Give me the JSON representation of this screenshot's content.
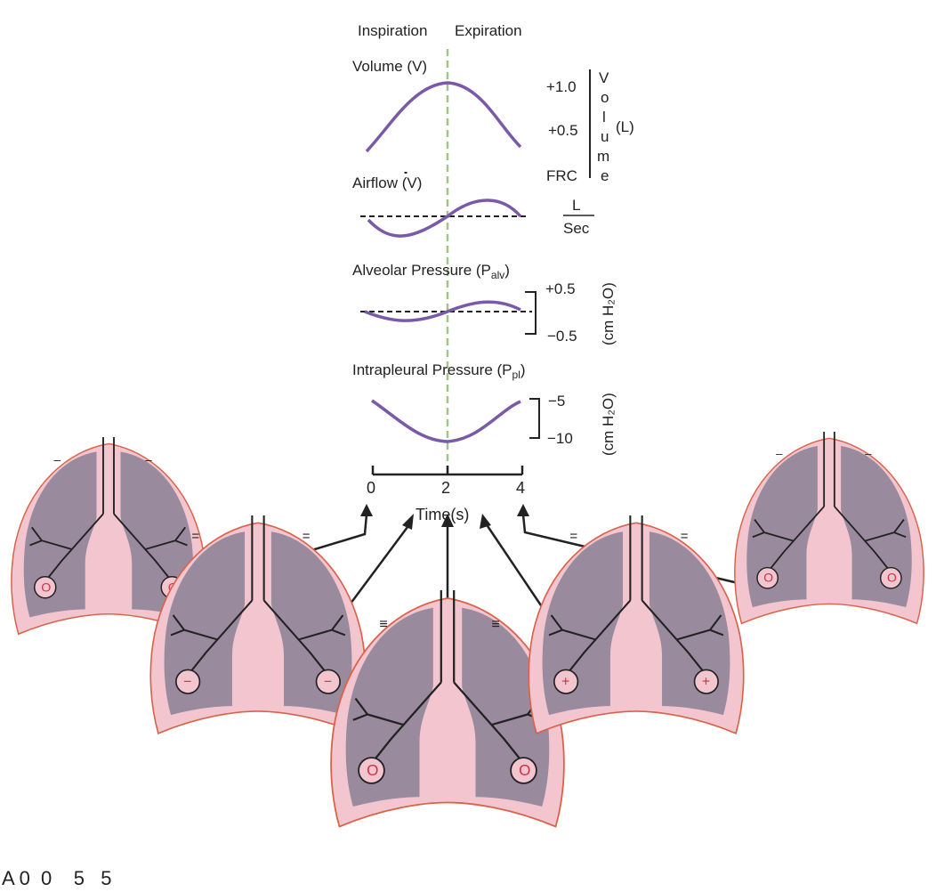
{
  "header": {
    "inspiration": "Inspiration",
    "expiration": "Expiration"
  },
  "volume": {
    "label": "Volume (V)",
    "ticks": [
      "+1.0",
      "+0.5",
      "FRC"
    ],
    "axis_letters": [
      "V",
      "o",
      "l",
      "u",
      "m",
      "e"
    ],
    "unit": "(L)"
  },
  "airflow": {
    "label": "Airflow (V)",
    "unit_num": "L",
    "unit_den": "Sec"
  },
  "alveolar": {
    "label": "Alveolar Pressure (P",
    "label_sub": "alv",
    "label_close": ")",
    "ticks": [
      "+0.5",
      "−0.5"
    ],
    "unit": "(cm H₂O)"
  },
  "intrapleural": {
    "label": "Intrapleural  Pressure (P",
    "label_sub": "pl",
    "label_close": ")",
    "ticks": [
      "−5",
      "−10"
    ],
    "unit": "(cm H₂O)"
  },
  "time_axis": {
    "ticks": [
      "0",
      "2",
      "4"
    ],
    "label": "Time(s)"
  },
  "lungs": [
    {
      "alveolar_sign": "O",
      "pleural_marks": 1
    },
    {
      "alveolar_sign": "−",
      "pleural_marks": 2
    },
    {
      "alveolar_sign": "O",
      "pleural_marks": 3
    },
    {
      "alveolar_sign": "+",
      "pleural_marks": 2
    },
    {
      "alveolar_sign": "O",
      "pleural_marks": 1
    }
  ],
  "corner_text": "A 0  0    5   5",
  "colors": {
    "curve": "#7a5aa8",
    "guide": "#9cc87a",
    "pleura": "#d9634a",
    "lung": "#9a8a9e",
    "tissue": "#f3c6cf"
  }
}
